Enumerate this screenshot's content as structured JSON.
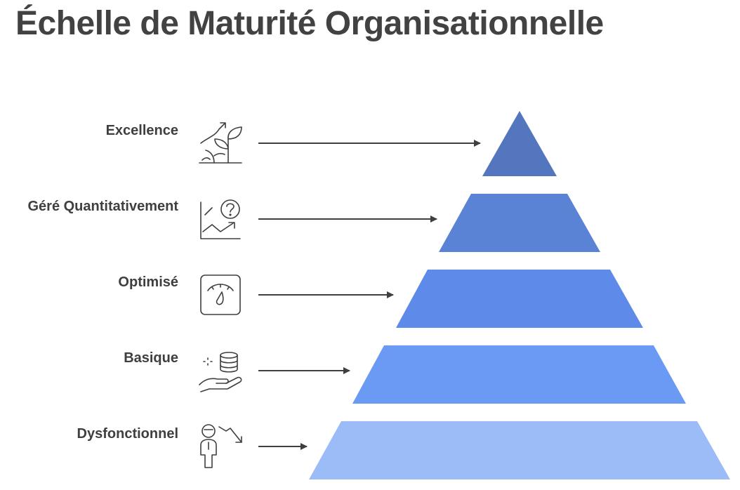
{
  "title": "Échelle de Maturité Organisationnelle",
  "levels": [
    {
      "label": "Excellence",
      "icon": "growth-plant-icon",
      "color": "#5476BF"
    },
    {
      "label": "Géré Quantitativement",
      "icon": "chart-question-icon",
      "color": "#5A83D6"
    },
    {
      "label": "Optimisé",
      "icon": "gauge-icon",
      "color": "#5E8BEA"
    },
    {
      "label": "Basique",
      "icon": "hand-database-icon",
      "color": "#6B9AF4"
    },
    {
      "label": "Dysfonctionnel",
      "icon": "person-decline-icon",
      "color": "#9CBCF8"
    }
  ]
}
